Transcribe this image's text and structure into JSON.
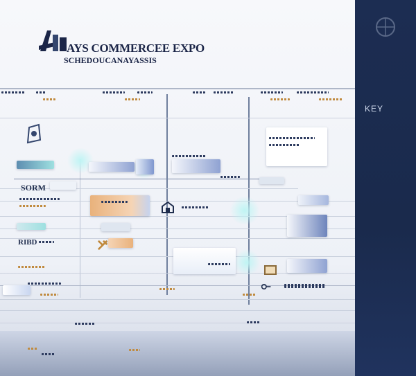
{
  "header": {
    "title": "AYS COMMERCEE EXPO",
    "subtitle": "SCHEDOUCANAYASSIS"
  },
  "labels": {
    "sorm": "SORM",
    "code": "RIBD"
  },
  "sidebar": {
    "key_label": "KEY",
    "items": []
  },
  "colors": {
    "sidebar_bg": "#1c2d52",
    "accent_teal": "#9ee0e0",
    "accent_orange": "#e9b27c",
    "accent_blue": "#8fa2d2",
    "timeline": "#6f7f9d"
  },
  "icons": [
    "logo-icon",
    "dashboard-icon",
    "building-icon",
    "tools-icon",
    "box-icon",
    "key-icon"
  ]
}
